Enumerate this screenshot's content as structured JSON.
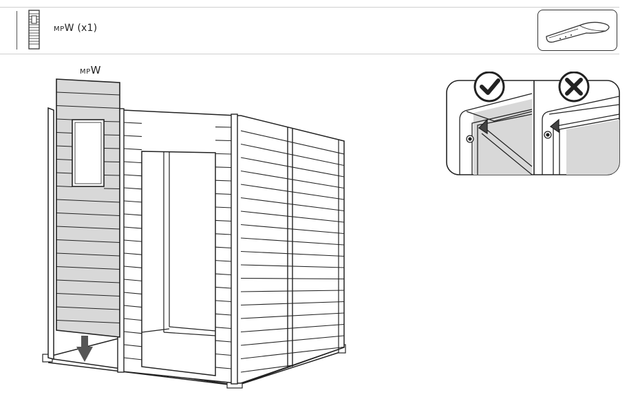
{
  "header": {
    "part_code_prefix": "MP",
    "part_code_main": "W",
    "part_quantity": " (x1)",
    "part_icon": "wall-panel-with-window-icon",
    "tool_icon": "knife-tool-icon"
  },
  "illustration": {
    "panel_label_prefix": "MP",
    "panel_label_main": "W",
    "panel_color": "#d8d8d8",
    "arrow_direction": "down"
  },
  "details": {
    "correct_icon": "check-mark-icon",
    "incorrect_icon": "cross-mark-icon"
  }
}
